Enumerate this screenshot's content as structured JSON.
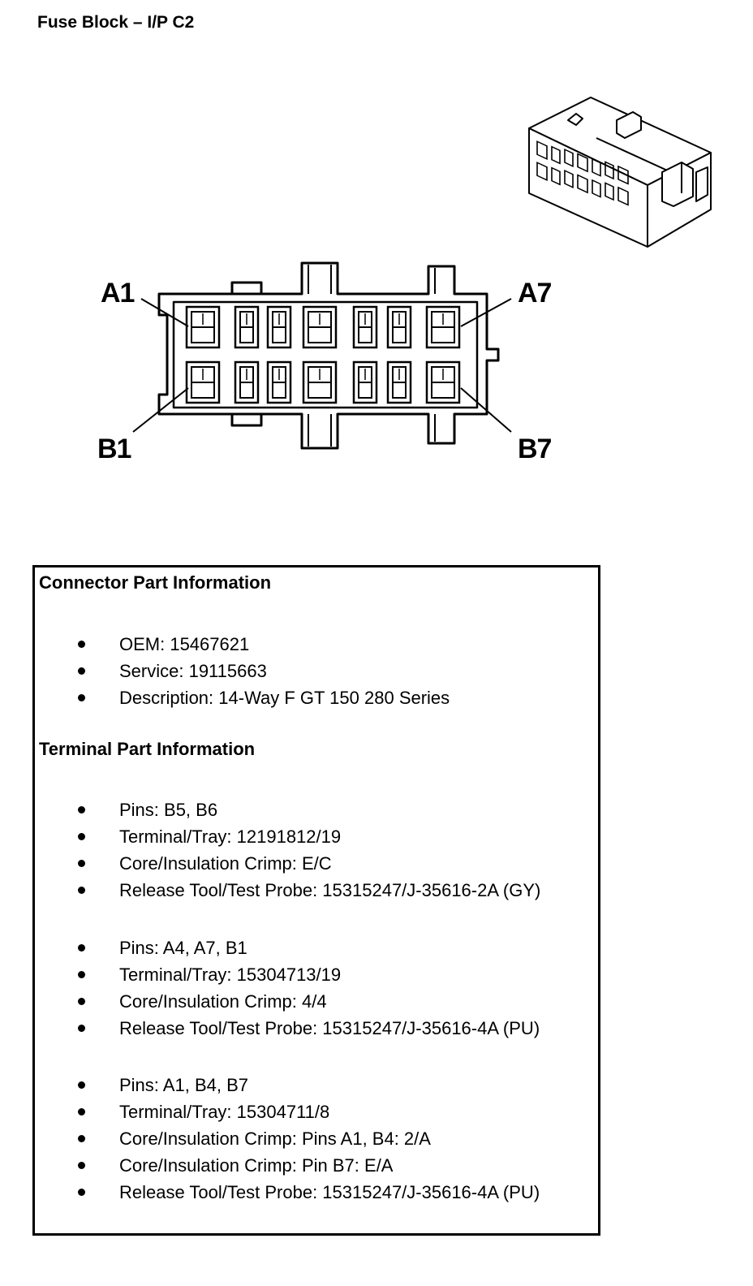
{
  "title": "Fuse Block – I/P C2",
  "callouts": {
    "a1": "A1",
    "a7": "A7",
    "b1": "B1",
    "b7": "B7"
  },
  "connector_info": {
    "heading": "Connector Part Information",
    "items": [
      "OEM: 15467621",
      "Service: 19115663",
      "Description: 14-Way F GT 150 280 Series"
    ]
  },
  "terminal_info": {
    "heading": "Terminal Part Information",
    "groups": [
      [
        "Pins: B5, B6",
        "Terminal/Tray: 12191812/19",
        "Core/Insulation Crimp: E/C",
        "Release Tool/Test Probe: 15315247/J-35616-2A (GY)"
      ],
      [
        "Pins: A4, A7, B1",
        "Terminal/Tray: 15304713/19",
        "Core/Insulation Crimp: 4/4",
        "Release Tool/Test Probe: 15315247/J-35616-4A (PU)"
      ],
      [
        "Pins: A1, B4, B7",
        "Terminal/Tray: 15304711/8",
        "Core/Insulation Crimp: Pins A1, B4: 2/A",
        "Core/Insulation Crimp: Pin B7: E/A",
        "Release Tool/Test Probe: 15315247/J-35616-4A (PU)"
      ]
    ]
  }
}
